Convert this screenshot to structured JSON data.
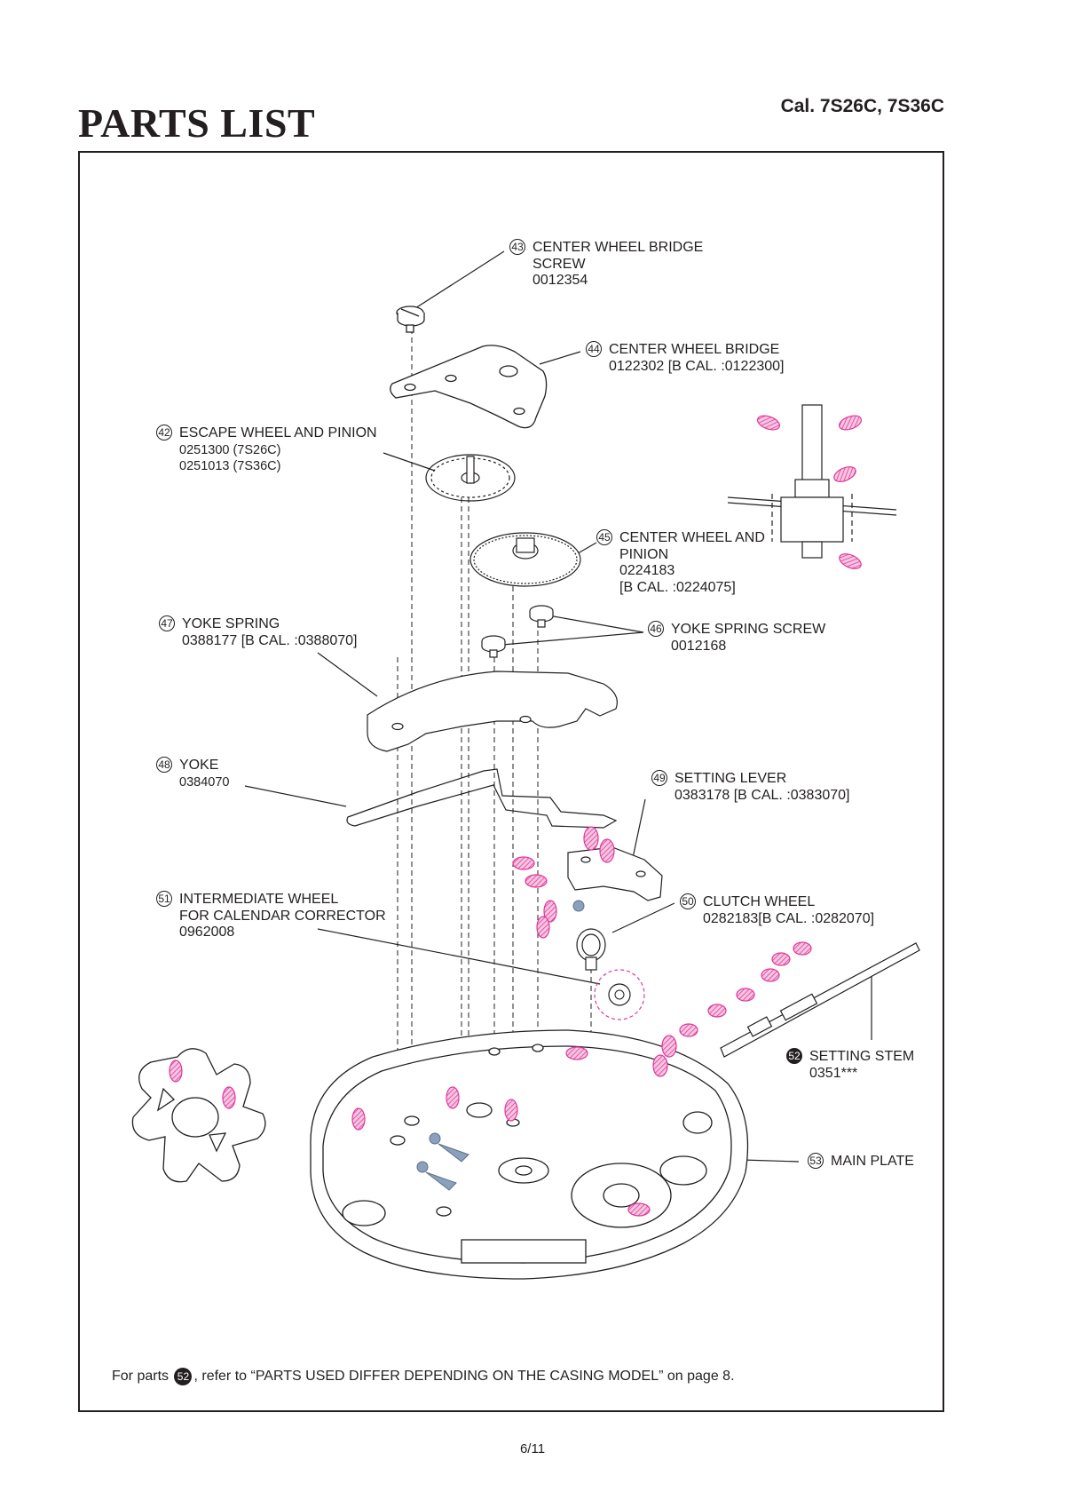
{
  "header": {
    "title": "PARTS LIST",
    "calibre": "Cal. 7S26C, 7S36C"
  },
  "parts": [
    {
      "id": "p43",
      "num": "43",
      "lines": [
        "CENTER WHEEL BRIDGE",
        "SCREW",
        "0012354"
      ]
    },
    {
      "id": "p44",
      "num": "44",
      "lines": [
        "CENTER WHEEL BRIDGE",
        "0122302 [B CAL. :0122300]"
      ]
    },
    {
      "id": "p42",
      "num": "42",
      "lines": [
        "ESCAPE WHEEL AND PINION",
        "0251300 (7S26C)",
        "0251013 (7S36C)"
      ]
    },
    {
      "id": "p45",
      "num": "45",
      "lines": [
        "CENTER WHEEL AND",
        "PINION",
        "0224183",
        "[B CAL. :0224075]"
      ]
    },
    {
      "id": "p47",
      "num": "47",
      "lines": [
        "YOKE SPRING",
        "0388177 [B CAL. :0388070]"
      ]
    },
    {
      "id": "p46",
      "num": "46",
      "lines": [
        "YOKE SPRING SCREW",
        "0012168"
      ]
    },
    {
      "id": "p48",
      "num": "48",
      "lines": [
        "YOKE",
        "0384070"
      ]
    },
    {
      "id": "p49",
      "num": "49",
      "lines": [
        "SETTING LEVER",
        "0383178 [B CAL. :0383070]"
      ]
    },
    {
      "id": "p51",
      "num": "51",
      "lines": [
        "INTERMEDIATE WHEEL",
        "FOR CALENDAR CORRECTOR",
        "0962008"
      ]
    },
    {
      "id": "p50",
      "num": "50",
      "lines": [
        "CLUTCH WHEEL",
        "0282183[B CAL. :0282070]"
      ]
    },
    {
      "id": "p52",
      "num": "52",
      "lines": [
        "SETTING STEM",
        "0351***"
      ]
    },
    {
      "id": "p53",
      "num": "53",
      "lines": [
        "MAIN PLATE"
      ]
    }
  ],
  "note": {
    "prefix": "For parts",
    "num": "52",
    "suffix": ", refer to “PARTS USED DIFFER DEPENDING ON THE CASING MODEL” on page 8."
  },
  "footer": {
    "page": "6/11"
  },
  "colors": {
    "ink": "#231f20",
    "oil": "#e0389a",
    "oil_fill": "#f2a6cf",
    "grease": "#8aa0bd"
  }
}
